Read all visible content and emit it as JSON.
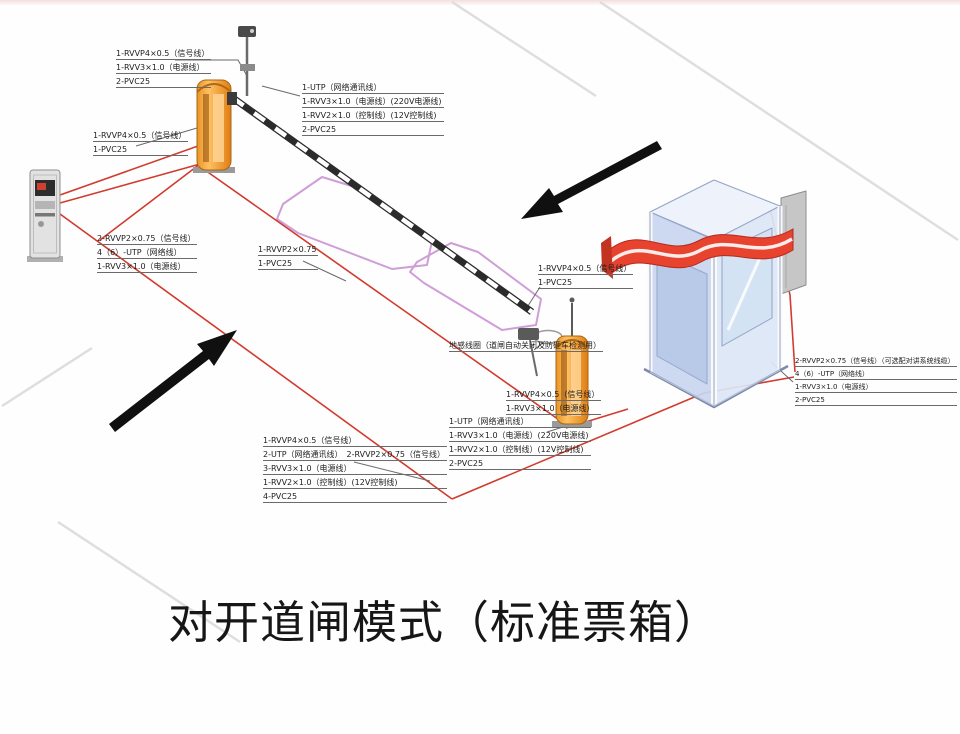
{
  "title": "对开道闸模式（标准票箱）",
  "colors": {
    "cable_red": "#d23b2e",
    "island_purple": "#cf9ed8",
    "gate_orange": "#f09a30",
    "booth_blue": "#c9d6ef",
    "canopy_red": "#e8432e"
  },
  "icons": {
    "direction_arrow": "black traffic direction arrow",
    "camera": "camera-on-pole",
    "ground_loop": "induction loop ellipse"
  },
  "label_groups": [
    {
      "id": "gate1-top-cables",
      "lines": [
        "1-RVVP4×0.5（信号线）",
        "1-RVV3×1.0（电源线）",
        "2-PVC25"
      ]
    },
    {
      "id": "ticket-machine-cables",
      "lines": [
        "1-RVVP4×0.5（信号线）",
        "1-PVC25"
      ]
    },
    {
      "id": "left-trunk-cables",
      "lines": [
        "2-RVVP2×0.75（信号线）",
        "4（6）-UTP（网络线）",
        "1-RVV3×1.0（电源线）"
      ]
    },
    {
      "id": "center-island-cables",
      "lines": [
        "1-RVVP2×0.75",
        "1-PVC25"
      ]
    },
    {
      "id": "gate1-camera-cables",
      "lines": [
        "1-UTP（网络通讯线）",
        "1-RVV3×1.0（电源线）(220V电源线)",
        "1-RVV2×1.0（控制线）(12V控制线)",
        "2-PVC25"
      ]
    },
    {
      "id": "gate2-signal-cables",
      "lines": [
        "1-RVVP4×0.5（信号线）",
        "1-PVC25"
      ]
    },
    {
      "id": "ground-loop-note",
      "lines": [
        "地感线圈（道闸自动关闭及防砸车检测用）"
      ]
    },
    {
      "id": "gate2-power-cables",
      "lines": [
        "1-RVVP4×0.5（信号线）",
        "1-RVV3×1.0（电源线）"
      ]
    },
    {
      "id": "gate2-camera-cables",
      "lines": [
        "1-UTP（网络通讯线）",
        "1-RVV3×1.0（电源线）(220V电源线)",
        "1-RVV2×1.0（控制线）(12V控制线)",
        "2-PVC25"
      ]
    },
    {
      "id": "bottom-trunk-cables",
      "lines": [
        "1-RVVP4×0.5（信号线）",
        "2-UTP（网络通讯线）　2-RVVP2×0.75（信号线）",
        "3-RVV3×1.0（电源线）",
        "1-RVV2×1.0（控制线）(12V控制线)",
        "4-PVC25"
      ]
    },
    {
      "id": "booth-right-cables",
      "lines": [
        "2-RVVP2×0.75（信号线）（可选配对讲系统线缆）",
        "4（6）-UTP（网络线）",
        "1-RVV3×1.0（电源线）",
        "2-PVC25"
      ]
    }
  ]
}
